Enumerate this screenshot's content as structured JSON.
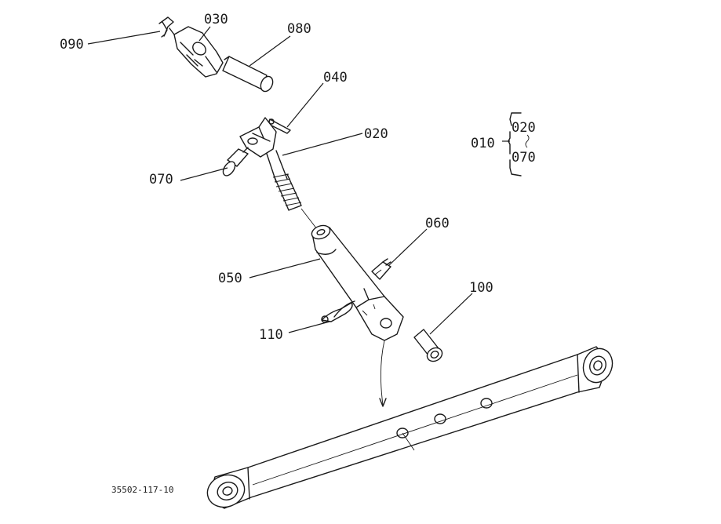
{
  "callouts": {
    "p090": "090",
    "p030": "030",
    "p080": "080",
    "p040": "040",
    "p020": "020",
    "p070": "070",
    "p060": "060",
    "p050": "050",
    "p100": "100",
    "p110": "110"
  },
  "assembly_group": {
    "parent": "010",
    "first": "020",
    "last": "070"
  },
  "drawing_code": "35502-117-10"
}
